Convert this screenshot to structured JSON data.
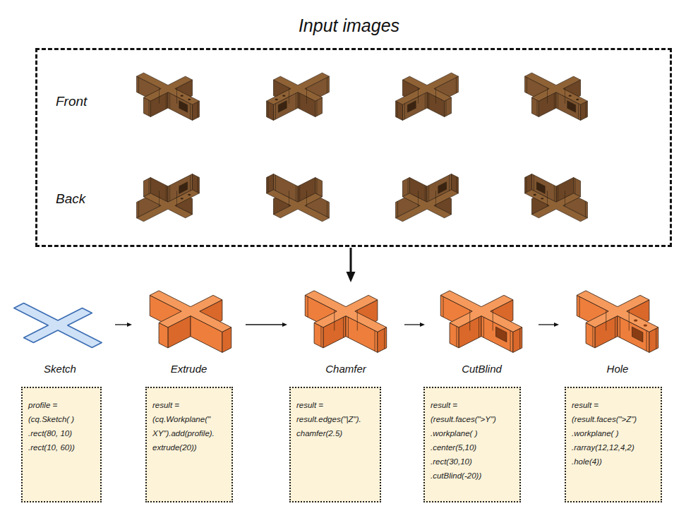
{
  "diagram": {
    "title": "Input images",
    "nodes": [
      {
        "text": [
          "Front",
          "Back"
        ]
      },
      {
        "text": [
          "Sketch"
        ]
      },
      {
        "text": [
          "Extrude"
        ]
      },
      {
        "text": [
          "Chamfer"
        ]
      },
      {
        "text": [
          "CutBlind"
        ]
      },
      {
        "text": [
          "Hole"
        ]
      },
      {
        "text": [
          "profile = (cq.Sketch( ) .rect(80, 10) .rect(10, 60))"
        ]
      },
      {
        "text": [
          "result = (cq.Workplane(\" XY\").add(profile). extrude(20))"
        ]
      },
      {
        "text": [
          "result = result.edges(\"|Z\"). chamfer(2.5)"
        ]
      },
      {
        "text": [
          "result = (result.faces(\">Y\") .workplane( ) .center(5,10) .rect(30,10) .cutBlind(-20))"
        ]
      },
      {
        "text": [
          "result = (result.faces(\">Z\") .workplane( ) .rarray(12,12,4,2) .hole(4))"
        ]
      }
    ],
    "edges": [
      {
        "from": 0,
        "to": 3,
        "arrow": "to"
      },
      {
        "from": 1,
        "to": 2,
        "arrow": "to"
      },
      {
        "from": 2,
        "to": 3,
        "arrow": "to"
      },
      {
        "from": 3,
        "to": 4,
        "arrow": "to"
      },
      {
        "from": 4,
        "to": 5,
        "arrow": "to"
      }
    ]
  }
}
